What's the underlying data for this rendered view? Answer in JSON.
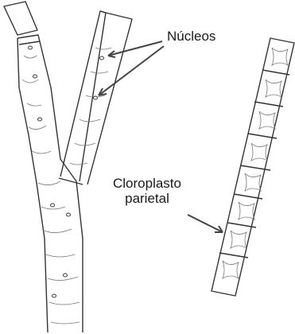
{
  "labels": {
    "nucleos": "Núcleos",
    "cloroplasto_line1": "Cloroplasto",
    "cloroplasto_line2": "parietal"
  }
}
